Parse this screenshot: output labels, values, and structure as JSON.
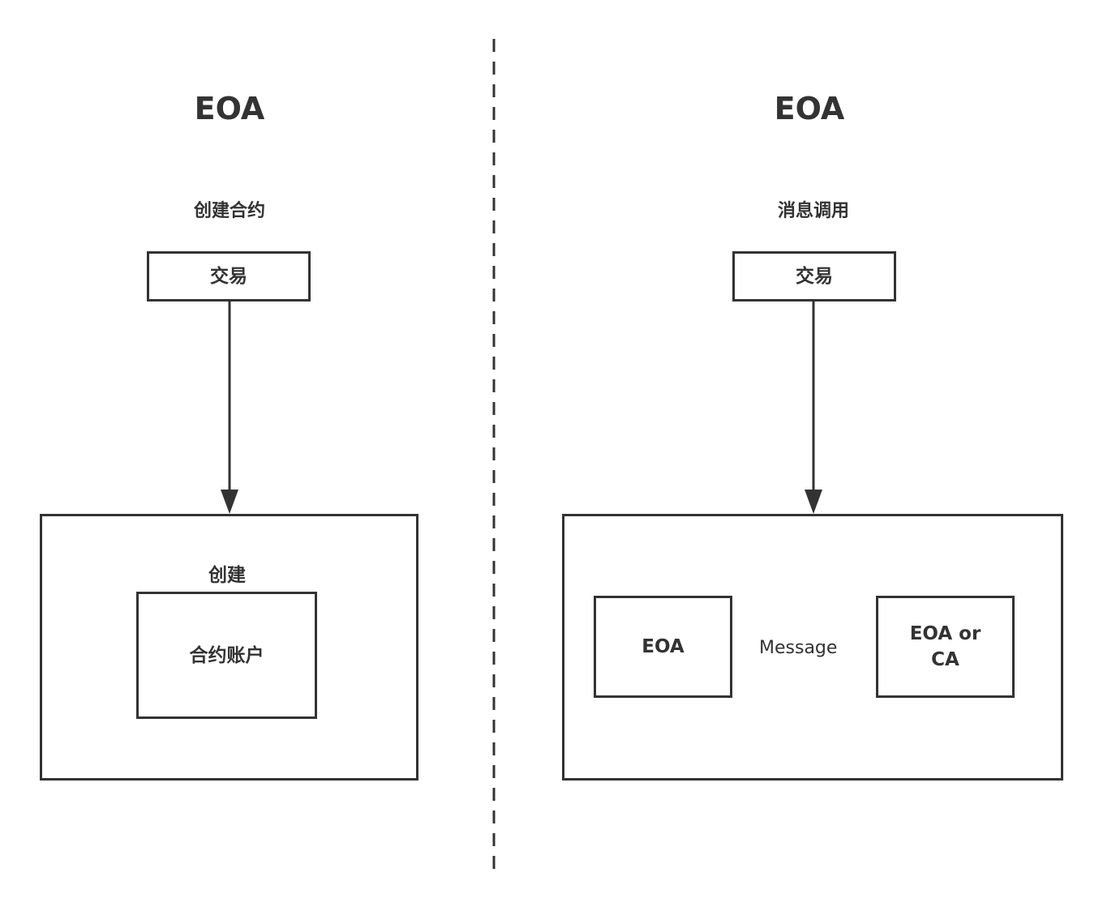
{
  "left": {
    "title": "EOA",
    "action": "创建合约",
    "transaction_box": "交易",
    "inner_label": "创建",
    "inner_box": "合约账户"
  },
  "right": {
    "title": "EOA",
    "action": "消息调用",
    "transaction_box": "交易",
    "sender_box": "EOA",
    "message_label": "Message",
    "receiver_box": "EOA or\nCA"
  },
  "colors": {
    "stroke": "#333333",
    "background": "#ffffff"
  }
}
